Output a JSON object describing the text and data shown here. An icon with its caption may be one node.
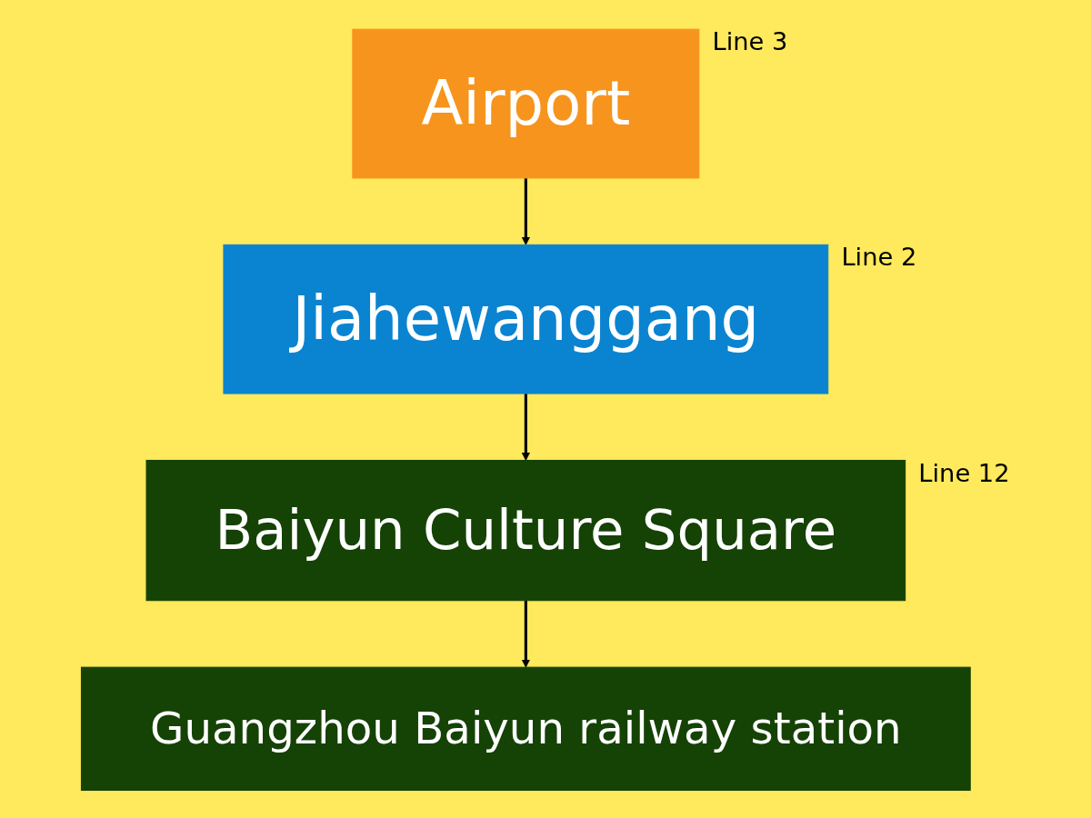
{
  "diagram": {
    "nodes": [
      {
        "text": [
          "Airport"
        ],
        "beside": [
          "Line 3"
        ]
      },
      {
        "text": [
          "Jiahewanggang"
        ],
        "beside": [
          "Line 2"
        ]
      },
      {
        "text": [
          "Baiyun Culture Square"
        ],
        "beside": [
          "Line 12"
        ]
      },
      {
        "text": [
          "Guangzhou Baiyun railway station"
        ]
      }
    ],
    "edges": [
      {
        "from": 0,
        "to": 1,
        "arrow": "to"
      },
      {
        "from": 1,
        "to": 2,
        "arrow": "to"
      },
      {
        "from": 2,
        "to": 3,
        "arrow": "to"
      }
    ]
  }
}
